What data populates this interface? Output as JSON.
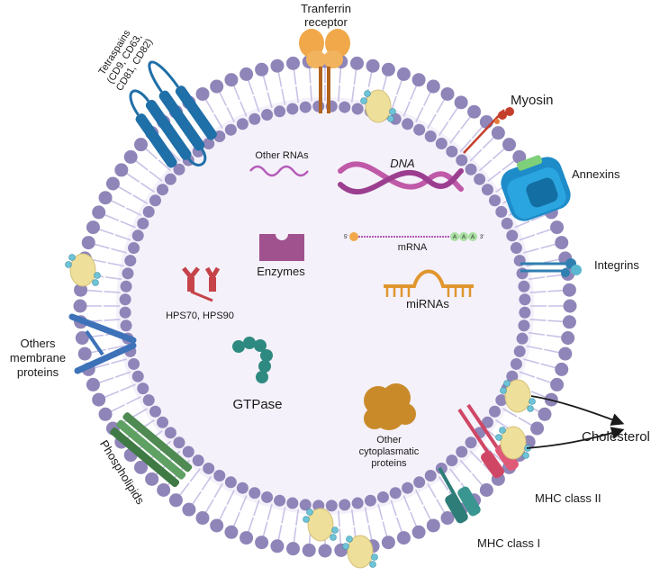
{
  "labels": {
    "transferrin_line1": "Tranferrin",
    "transferrin_line2": "receptor",
    "tetraspains_line1": "Tetraspains",
    "tetraspains_line2": "(CD9, CD63,",
    "tetraspains_line3": "CD81, CD82)",
    "myosin": "Myosin",
    "annexins": "Annexins",
    "integrins": "Integrins",
    "others_line1": "Others",
    "others_line2": "membrane",
    "others_line3": "proteins",
    "phospholipids": "Phospholipids",
    "cholesterol": "Cholesterol",
    "mhc2": "MHC class II",
    "mhc1": "MHC class I",
    "other_rnas": "Other RNAs",
    "dna": "DNA",
    "enzymes": "Enzymes",
    "mrna": "mRNA",
    "mrna_5prime": "5'",
    "mrna_3prime": "3'",
    "poly_a": "A",
    "hps": "HPS70, HPS90",
    "mirnas": "miRNAs",
    "gtpase": "GTPase",
    "other_cyto_line1": "Other",
    "other_cyto_line2": "cytoplasmatic",
    "other_cyto_line3": "proteins"
  },
  "colors": {
    "lipid_head": "#8f85b8",
    "lipid_tail": "#c9c2e6",
    "lumen": "#f4f1fa",
    "tetraspanin": "#1f6fa8",
    "transferrin": "#f0a84a",
    "cholesterol": "#eedf9a",
    "cholesterol_bead": "#6ec3d6",
    "annexin": "#1d8cc9",
    "integrin": "#2f7fb0",
    "membrane_protein": "#3d72b8",
    "phospholipid_bundle": "#4e8a52",
    "mhc2": "#d04766",
    "mhc1": "#2e7d78",
    "rna": "#b45ab8",
    "dna": "#c05aa8",
    "enzyme": "#a0528f",
    "mirna": "#e0962e",
    "hsp": "#c6434a",
    "gtpase": "#2e8a80",
    "cyto_protein": "#c98a2a",
    "myosin": "#c53e2c"
  }
}
